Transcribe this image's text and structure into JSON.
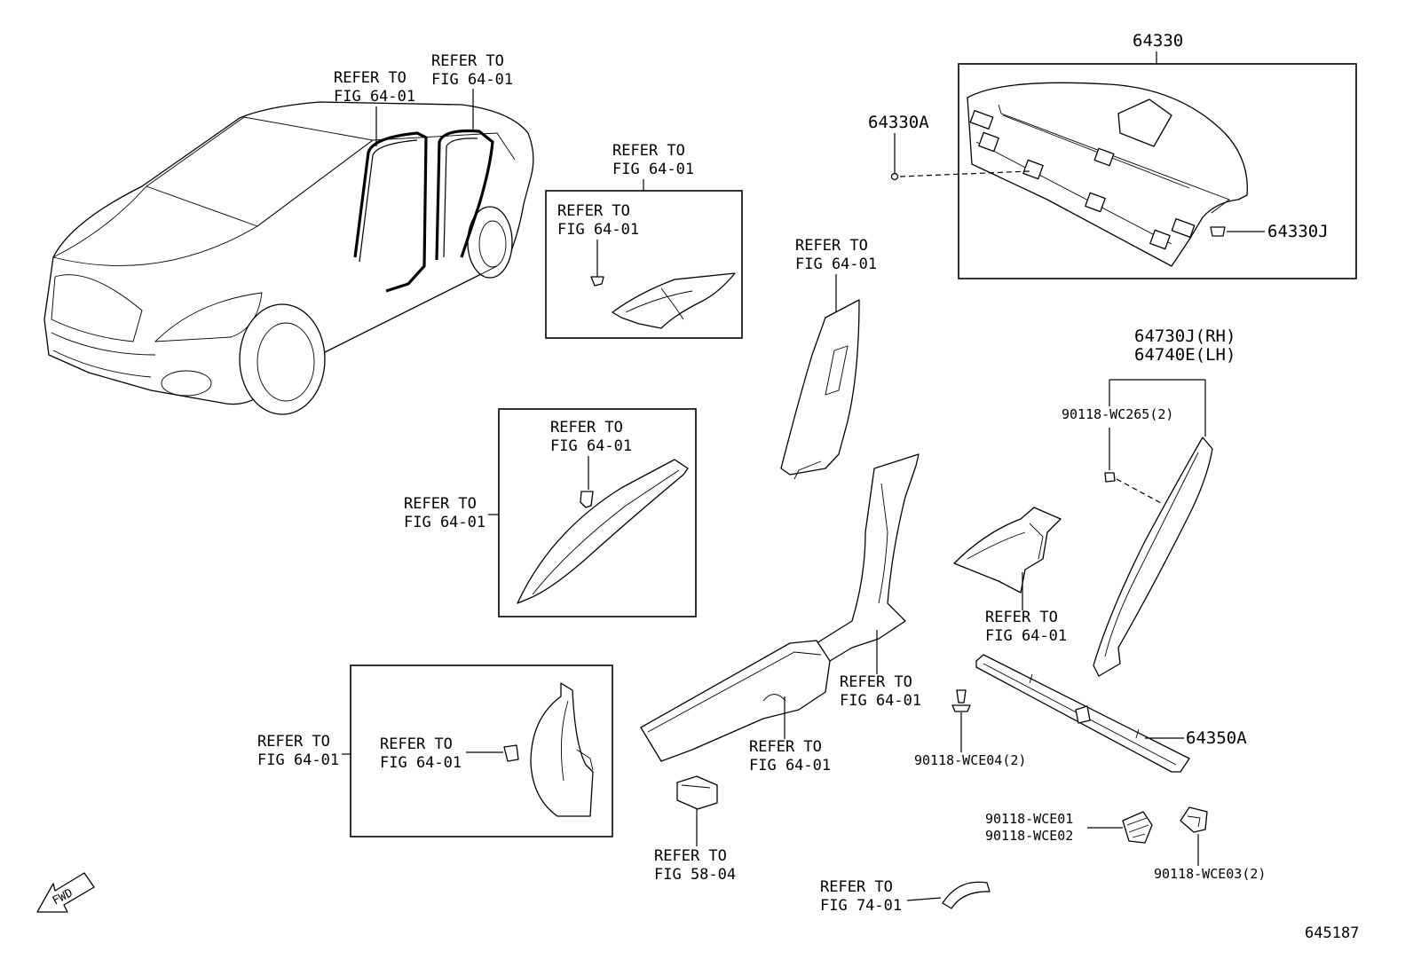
{
  "figure_id": "645187",
  "fwd_label": "FWD",
  "labels": {
    "car_ref_a": [
      "REFER TO",
      "FIG 64-01"
    ],
    "car_ref_b": [
      "REFER TO",
      "FIG 64-01"
    ],
    "box1_outer": [
      "REFER TO",
      "FIG 64-01"
    ],
    "box1_inner": [
      "REFER TO",
      "FIG 64-01"
    ],
    "pillar_b_ref": [
      "REFER TO",
      "FIG 64-01"
    ],
    "box2_inner": [
      "REFER TO",
      "FIG 64-01"
    ],
    "box2_outer": [
      "REFER TO",
      "FIG 64-01"
    ],
    "box3_outer": [
      "REFER TO",
      "FIG 64-01"
    ],
    "box3_inner": [
      "REFER TO",
      "FIG 64-01"
    ],
    "lower_pillar_ref": [
      "REFER TO",
      "FIG 64-01"
    ],
    "scuff_ref": [
      "REFER TO",
      "FIG 64-01"
    ],
    "quarter_ref": [
      "REFER TO",
      "FIG 64-01"
    ],
    "switch_ref": [
      "REFER TO",
      "FIG 58-04"
    ],
    "grip_ref": [
      "REFER TO",
      "FIG 74-01"
    ]
  },
  "parts": {
    "p64330": "64330",
    "p64330A": "64330A",
    "p64330J": "64330J",
    "p64730J": "64730J(RH)",
    "p64740E": "64740E(LH)",
    "p90118_WC265": "90118-WC265(2)",
    "p90118_WCE04": "90118-WCE04(2)",
    "p64350A": "64350A",
    "p90118_WCE01": "90118-WCE01",
    "p90118_WCE02": "90118-WCE02",
    "p90118_WCE03": "90118-WCE03(2)"
  }
}
